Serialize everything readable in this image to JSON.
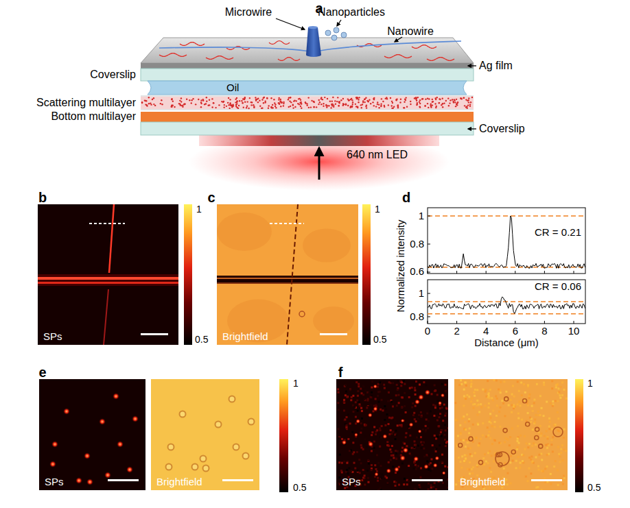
{
  "diagram": {
    "nodes": [
      {
        "text": [
          "Oil"
        ]
      },
      {
        "text": [
          "SPs"
        ]
      },
      {
        "text": [
          "Brightfield"
        ]
      },
      {
        "text": [
          "CR = 0.21"
        ]
      },
      {
        "text": [
          "CR = 0.06"
        ]
      },
      {
        "text": [
          "SPs"
        ]
      },
      {
        "text": [
          "Brightfield"
        ]
      },
      {
        "text": [
          "SPs"
        ]
      },
      {
        "text": [
          "Brightfield"
        ]
      }
    ],
    "labels": [
      "a",
      "Microwire",
      "Nanoparticles",
      "Nanowire",
      "Ag film",
      "Coverslip",
      "Scattering multilayer",
      "Bottom multilayer",
      "Coverslip",
      "640 nm LED",
      "b",
      "1",
      "0.5",
      "c",
      "1",
      "0.5",
      "d",
      "1",
      "0.8",
      "0.6",
      "1",
      "0.8",
      "0",
      "2",
      "4",
      "6",
      "8",
      "10",
      "Normalized intensity",
      "Distance (μm)",
      "e",
      "1",
      "0.5",
      "f",
      "1",
      "0.5"
    ]
  }
}
